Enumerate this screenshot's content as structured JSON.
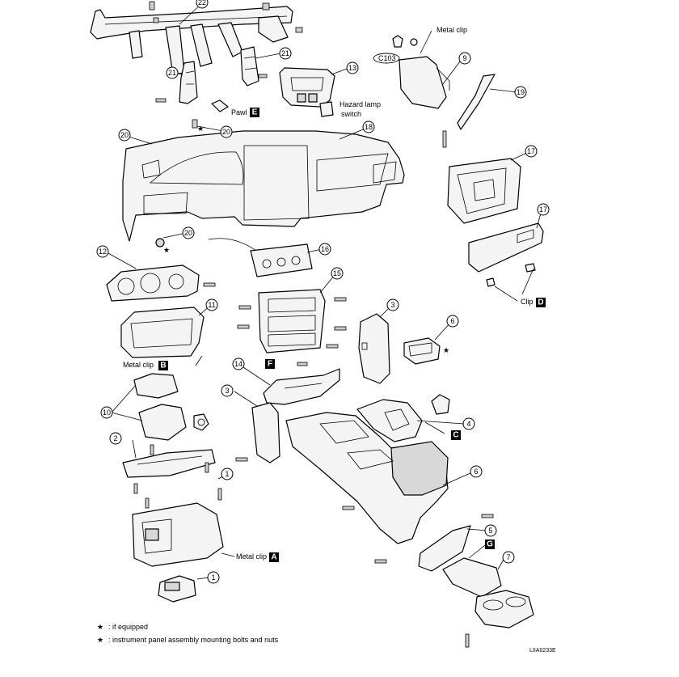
{
  "labels": {
    "metal_clip_top": "Metal clip",
    "c103": "C103",
    "pawl": "Pawl",
    "hazard_line1": "Hazard lamp",
    "hazard_line2": "switch",
    "clip": "Clip",
    "metal_clip_b": "Metal clip",
    "metal_clip_a": "Metal clip"
  },
  "box_labels": {
    "A": "A",
    "B": "B",
    "C": "C",
    "D": "D",
    "E": "E",
    "F": "F",
    "G": "G"
  },
  "callouts": [
    "22",
    "21",
    "21",
    "13",
    "9",
    "19",
    "20",
    "20",
    "20",
    "18",
    "17",
    "17",
    "12",
    "16",
    "15",
    "11",
    "3",
    "6",
    "14",
    "3",
    "10",
    "4",
    "2",
    "1",
    "6",
    "5",
    "1",
    "7"
  ],
  "legend": {
    "star": "★",
    "line1": ": if equipped",
    "line2": ": instrument panel assembly mounting bolts and nuts"
  },
  "figure_ref": "LIIA0233E"
}
